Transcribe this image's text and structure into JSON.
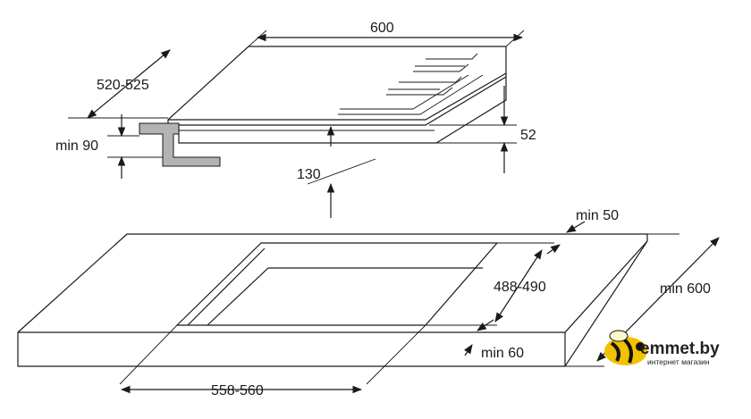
{
  "top_drawing": {
    "width_label": "600",
    "depth_label": "520-525",
    "min_depth_label": "min 90",
    "height_label": "52",
    "clearance_label": "130"
  },
  "cutout_drawing": {
    "edge_front_label": "min 50",
    "depth_label": "488-490",
    "counter_depth_label": "min 600",
    "side_margin_label": "min 60",
    "width_label": "558-560"
  },
  "watermark": {
    "brand": "emmet.by",
    "tagline": "интернет магазин",
    "accent_color": "#f2c200"
  }
}
